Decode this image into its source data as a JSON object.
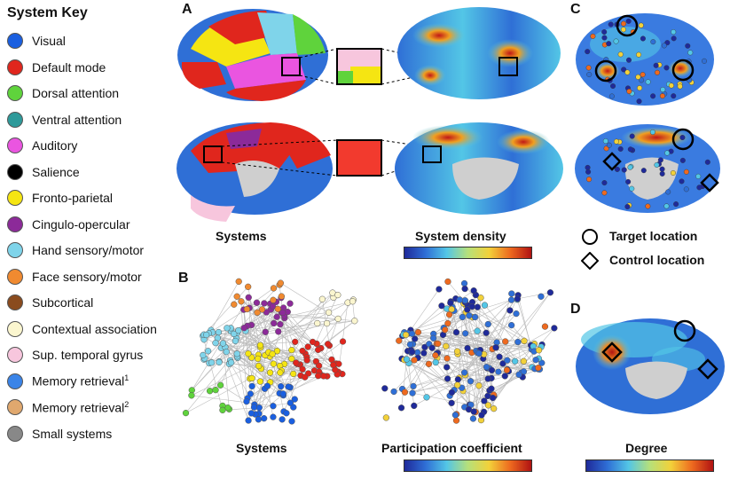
{
  "key": {
    "title": "System Key",
    "items": [
      {
        "label": "Visual",
        "color": "#1a5fe0"
      },
      {
        "label": "Default mode",
        "color": "#e0261d"
      },
      {
        "label": "Dorsal attention",
        "color": "#5fd33c"
      },
      {
        "label": "Ventral attention",
        "color": "#2e9a9a"
      },
      {
        "label": "Auditory",
        "color": "#ea55e0"
      },
      {
        "label": "Salience",
        "color": "#000000"
      },
      {
        "label": "Fronto-parietal",
        "color": "#f5e512"
      },
      {
        "label": "Cingulo-opercular",
        "color": "#8c2a99"
      },
      {
        "label": "Hand sensory/motor",
        "color": "#7fd4ea"
      },
      {
        "label": "Face sensory/motor",
        "color": "#f08a30"
      },
      {
        "label": "Subcortical",
        "color": "#8a4b1e"
      },
      {
        "label": "Contextual association",
        "color": "#fbf6cf"
      },
      {
        "label": "Sup. temporal gyrus",
        "color": "#f7c6dd"
      },
      {
        "label": "Memory retrieval",
        "sup": "1",
        "color": "#3a84e8"
      },
      {
        "label": "Memory retrieval",
        "sup": "2",
        "color": "#e0a86e"
      },
      {
        "label": "Small systems",
        "color": "#888888"
      }
    ]
  },
  "panels": {
    "a": {
      "letter": "A",
      "cap_left": "Systems",
      "cap_right": "System density"
    },
    "b": {
      "letter": "B",
      "cap_left": "Systems",
      "cap_right": "Participation coefficient"
    },
    "c": {
      "letter": "C",
      "target": "Target location",
      "control": "Control location"
    },
    "d": {
      "letter": "D",
      "cap": "Degree"
    }
  },
  "colors": {
    "brain_blue": "#2f6fd6",
    "cortex_gray": "#cfcfcf",
    "colorbar": [
      "#1f2a9a",
      "#2f6fd6",
      "#53c6e6",
      "#b6e07a",
      "#f2d13a",
      "#ee6a1f",
      "#b01212"
    ]
  }
}
